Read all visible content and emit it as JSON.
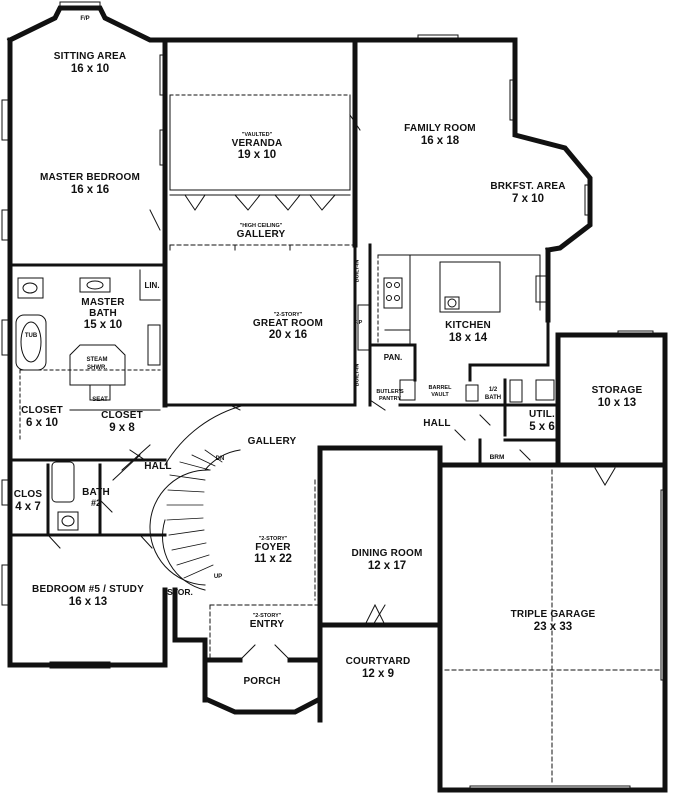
{
  "rooms": {
    "sitting_area": {
      "name": "SITTING AREA",
      "dims": "16 x 10"
    },
    "master_bedroom": {
      "name": "MASTER BEDROOM",
      "dims": "16 x 16"
    },
    "veranda": {
      "note": "\"VAULTED\"",
      "name": "VERANDA",
      "dims": "19 x 10"
    },
    "family_room": {
      "name": "FAMILY ROOM",
      "dims": "16 x 18"
    },
    "brkfst_area": {
      "name": "BRKFST. AREA",
      "dims": "7 x 10"
    },
    "gallery_upper": {
      "note": "\"HIGH CEILING\"",
      "name": "GALLERY"
    },
    "master_bath": {
      "name": "MASTER",
      "name2": "BATH",
      "dims": "15 x 10"
    },
    "great_room": {
      "note": "\"2-STORY\"",
      "name": "GREAT ROOM",
      "dims": "20 x 16"
    },
    "kitchen": {
      "name": "KITCHEN",
      "dims": "18 x 14"
    },
    "storage": {
      "name": "STORAGE",
      "dims": "10 x 13"
    },
    "closet_a": {
      "name": "CLOSET",
      "dims": "6 x 10"
    },
    "closet_b": {
      "name": "CLOSET",
      "dims": "9 x 8"
    },
    "util": {
      "name": "UTIL.",
      "dims": "5 x 6"
    },
    "gallery_lower": {
      "name": "GALLERY"
    },
    "hall_left": {
      "name": "HALL"
    },
    "hall_right": {
      "name": "HALL"
    },
    "clos": {
      "name": "CLOS",
      "dims": "4 x 7"
    },
    "bath2": {
      "name": "BATH",
      "dims": "#2"
    },
    "foyer": {
      "note": "\"2-STORY\"",
      "name": "FOYER",
      "dims": "11 x 22"
    },
    "dining_room": {
      "name": "DINING ROOM",
      "dims": "12 x 17"
    },
    "bedroom5": {
      "name": "BEDROOM #5 / STUDY",
      "dims": "16 x 13"
    },
    "triple_garage": {
      "name": "TRIPLE GARAGE",
      "dims": "23 x 33"
    },
    "entry": {
      "note": "\"2-STORY\"",
      "name": "ENTRY"
    },
    "courtyard": {
      "name": "COURTYARD",
      "dims": "12 x 9"
    },
    "porch": {
      "name": "PORCH"
    }
  },
  "small_labels": {
    "fp_top": "F/P",
    "lin": "LIN.",
    "tub": "TUB",
    "steam": "STEAM",
    "shwr": "SHWR.",
    "seat": "SEAT",
    "fp_great": "F/P",
    "pan": "PAN.",
    "butlers": "BUTLER'S",
    "pantry": "PANTRY",
    "barrel": "BARREL",
    "vault": "VAULT",
    "half_bath": "1/2",
    "half_bath2": "BATH",
    "brm": "BRM",
    "stor": "STOR.",
    "dn": "DN",
    "up": "UP",
    "builtin1": "BUILT-IN",
    "builtin2": "BUILT-IN"
  }
}
